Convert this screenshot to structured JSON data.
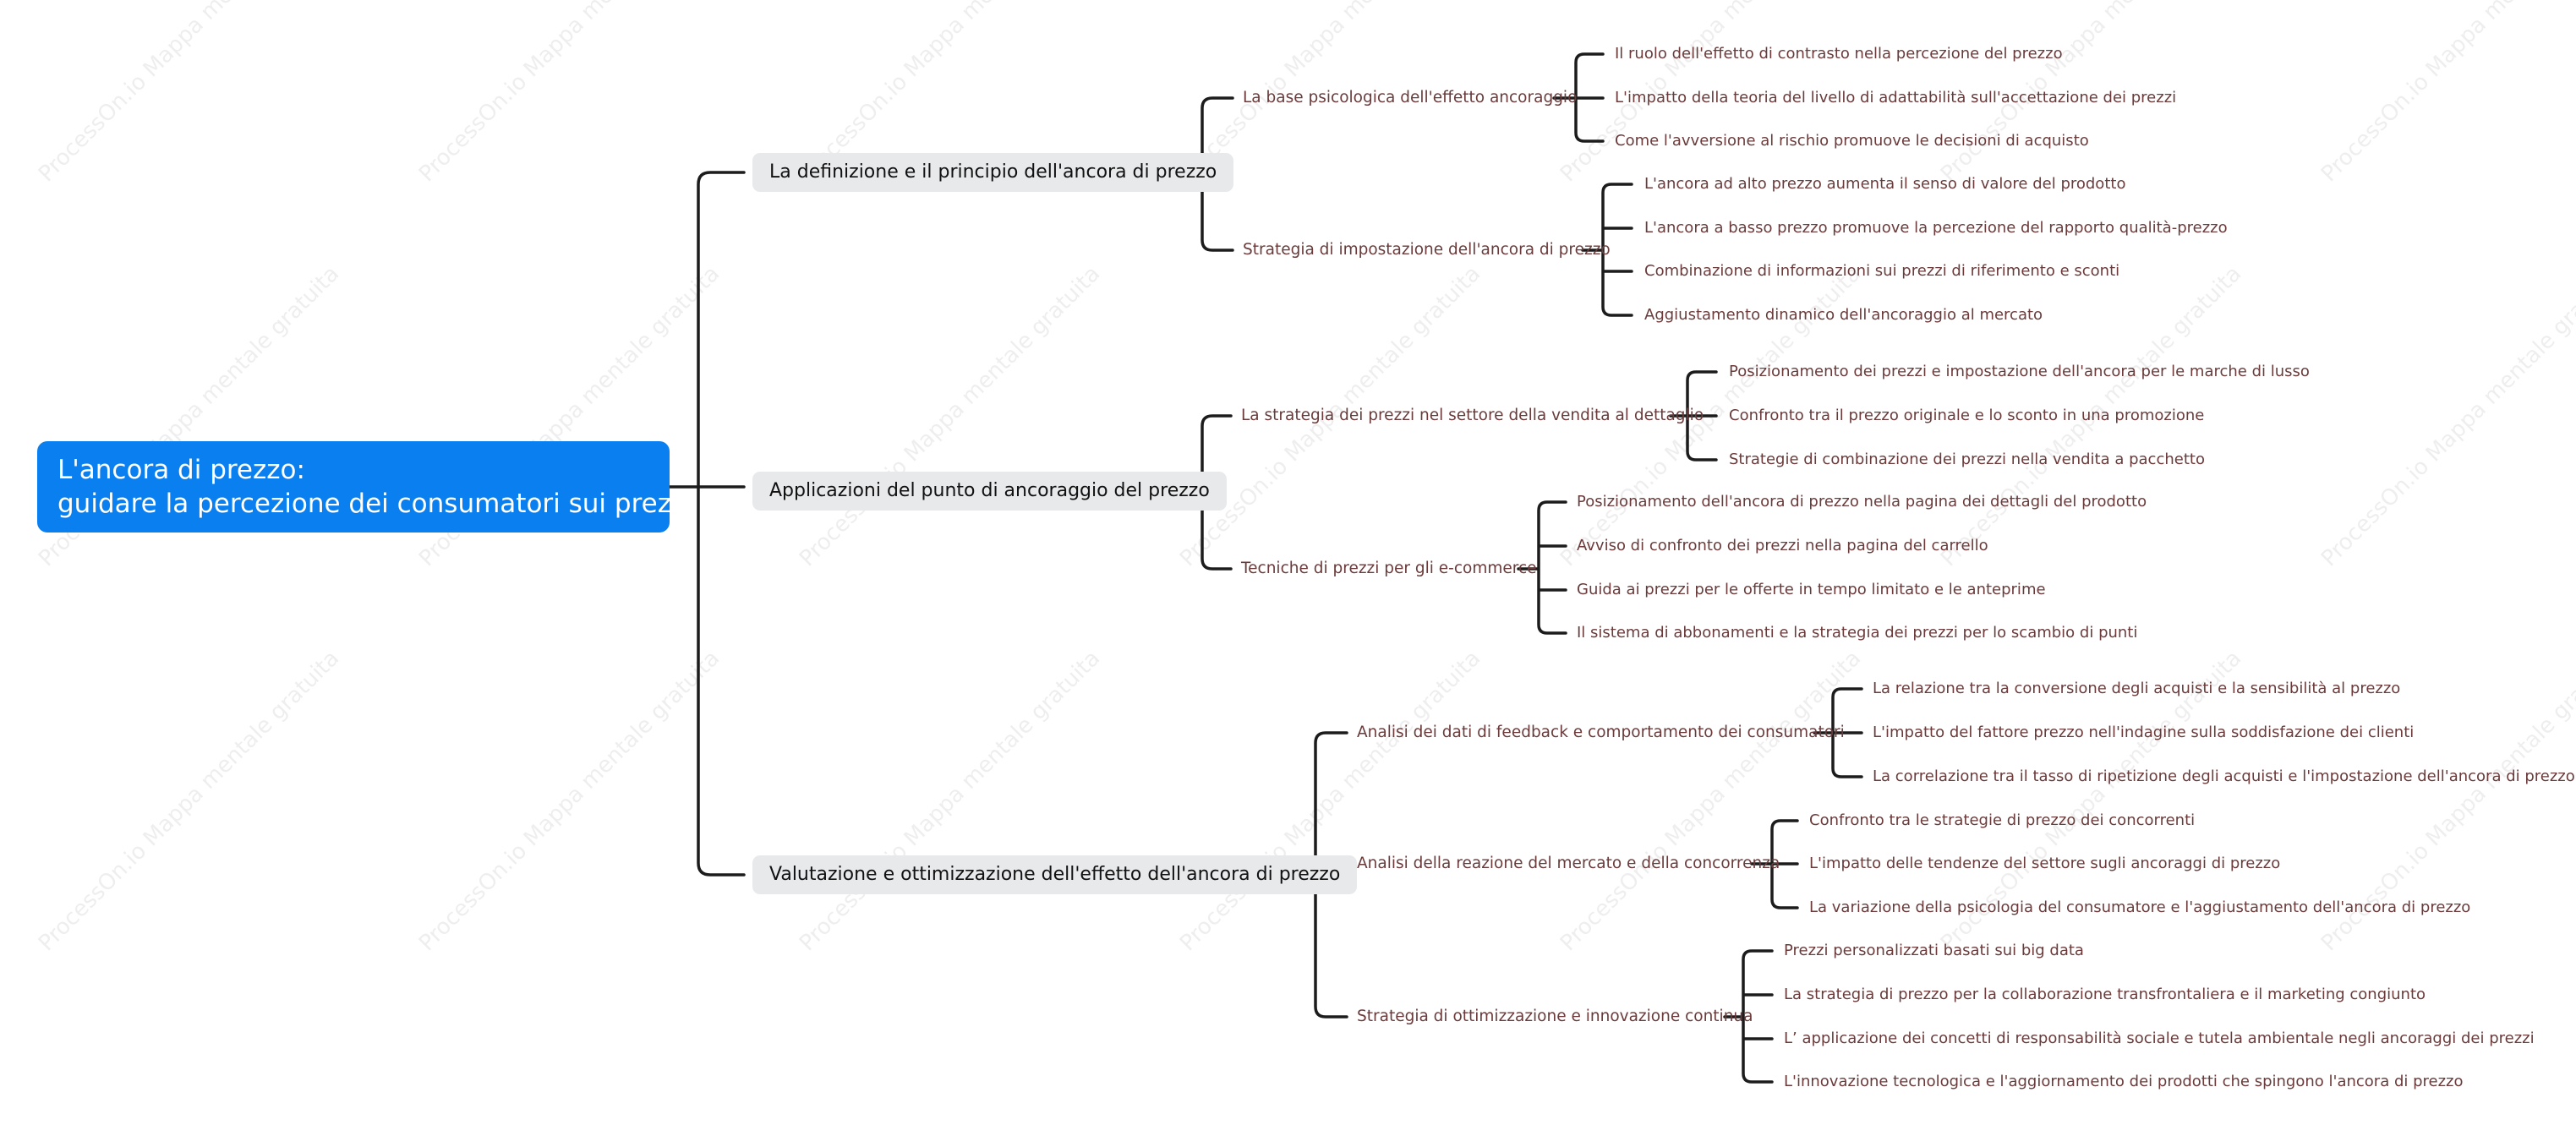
{
  "root": {
    "line1": "L'ancora di prezzo:",
    "line2": "guidare la percezione dei consumatori sui prezzi"
  },
  "branches": [
    {
      "label": "La definizione e il principio dell'ancora di prezzo",
      "children": [
        {
          "label": "La base psicologica dell'effetto ancoraggio",
          "children": [
            "Il ruolo dell'effetto di contrasto nella percezione del prezzo",
            "L'impatto della teoria del livello di adattabilità sull'accettazione dei prezzi",
            "Come l'avversione al rischio promuove le decisioni di acquisto"
          ]
        },
        {
          "label": "Strategia di impostazione dell'ancora di prezzo",
          "children": [
            "L'ancora ad alto prezzo aumenta il senso di valore del prodotto",
            "L'ancora a basso prezzo promuove la percezione del rapporto qualità-prezzo",
            "Combinazione di informazioni sui prezzi di riferimento e sconti",
            "Aggiustamento dinamico dell'ancoraggio al mercato"
          ]
        }
      ]
    },
    {
      "label": "Applicazioni del punto di ancoraggio del prezzo",
      "children": [
        {
          "label": "La strategia dei prezzi nel settore della vendita al dettaglio",
          "children": [
            "Posizionamento dei prezzi e impostazione dell'ancora per le marche di lusso",
            "Confronto tra il prezzo originale e lo sconto in una promozione",
            "Strategie di combinazione dei prezzi nella vendita a pacchetto"
          ]
        },
        {
          "label": "Tecniche di prezzi per gli e-commerce",
          "children": [
            "Posizionamento dell'ancora di prezzo nella pagina dei dettagli del prodotto",
            "Avviso di confronto dei prezzi nella pagina del carrello",
            "Guida ai prezzi per le offerte in tempo limitato e le anteprime",
            "Il sistema di abbonamenti e la strategia dei prezzi per lo scambio di punti"
          ]
        }
      ]
    },
    {
      "label": "Valutazione e ottimizzazione dell'effetto dell'ancora di prezzo",
      "children": [
        {
          "label": "Analisi dei dati di feedback e comportamento dei consumatori",
          "children": [
            "La relazione tra la conversione degli acquisti e la sensibilità al prezzo",
            "L'impatto del fattore prezzo nell'indagine sulla soddisfazione dei clienti",
            "La correlazione tra il tasso di ripetizione degli acquisti e l'impostazione dell'ancora di prezzo"
          ]
        },
        {
          "label": "Analisi della reazione del mercato e della concorrenza",
          "children": [
            "Confronto tra le strategie di prezzo dei concorrenti",
            "L'impatto delle tendenze del settore sugli ancoraggi di prezzo",
            "La variazione della psicologia del consumatore e l'aggiustamento dell'ancora di prezzo"
          ]
        },
        {
          "label": "Strategia di ottimizzazione e innovazione continua",
          "children": [
            "Prezzi personalizzati basati sui big data",
            "La strategia di prezzo per la collaborazione transfrontaliera e il marketing congiunto",
            "L’  applicazione dei concetti di responsabilità sociale e tutela ambientale negli ancoraggi dei prezzi",
            "L'innovazione tecnologica e l'aggiornamento dei prodotti che spingono l'ancora di prezzo"
          ]
        }
      ]
    }
  ],
  "watermark": "ProcessOn.io Mappa mentale gratuita",
  "colors": {
    "root_bg": "#0a7ff0",
    "main_bg": "#e8e9eb",
    "sub_text": "#6b3b3b",
    "connector": "#1c1c1c"
  }
}
